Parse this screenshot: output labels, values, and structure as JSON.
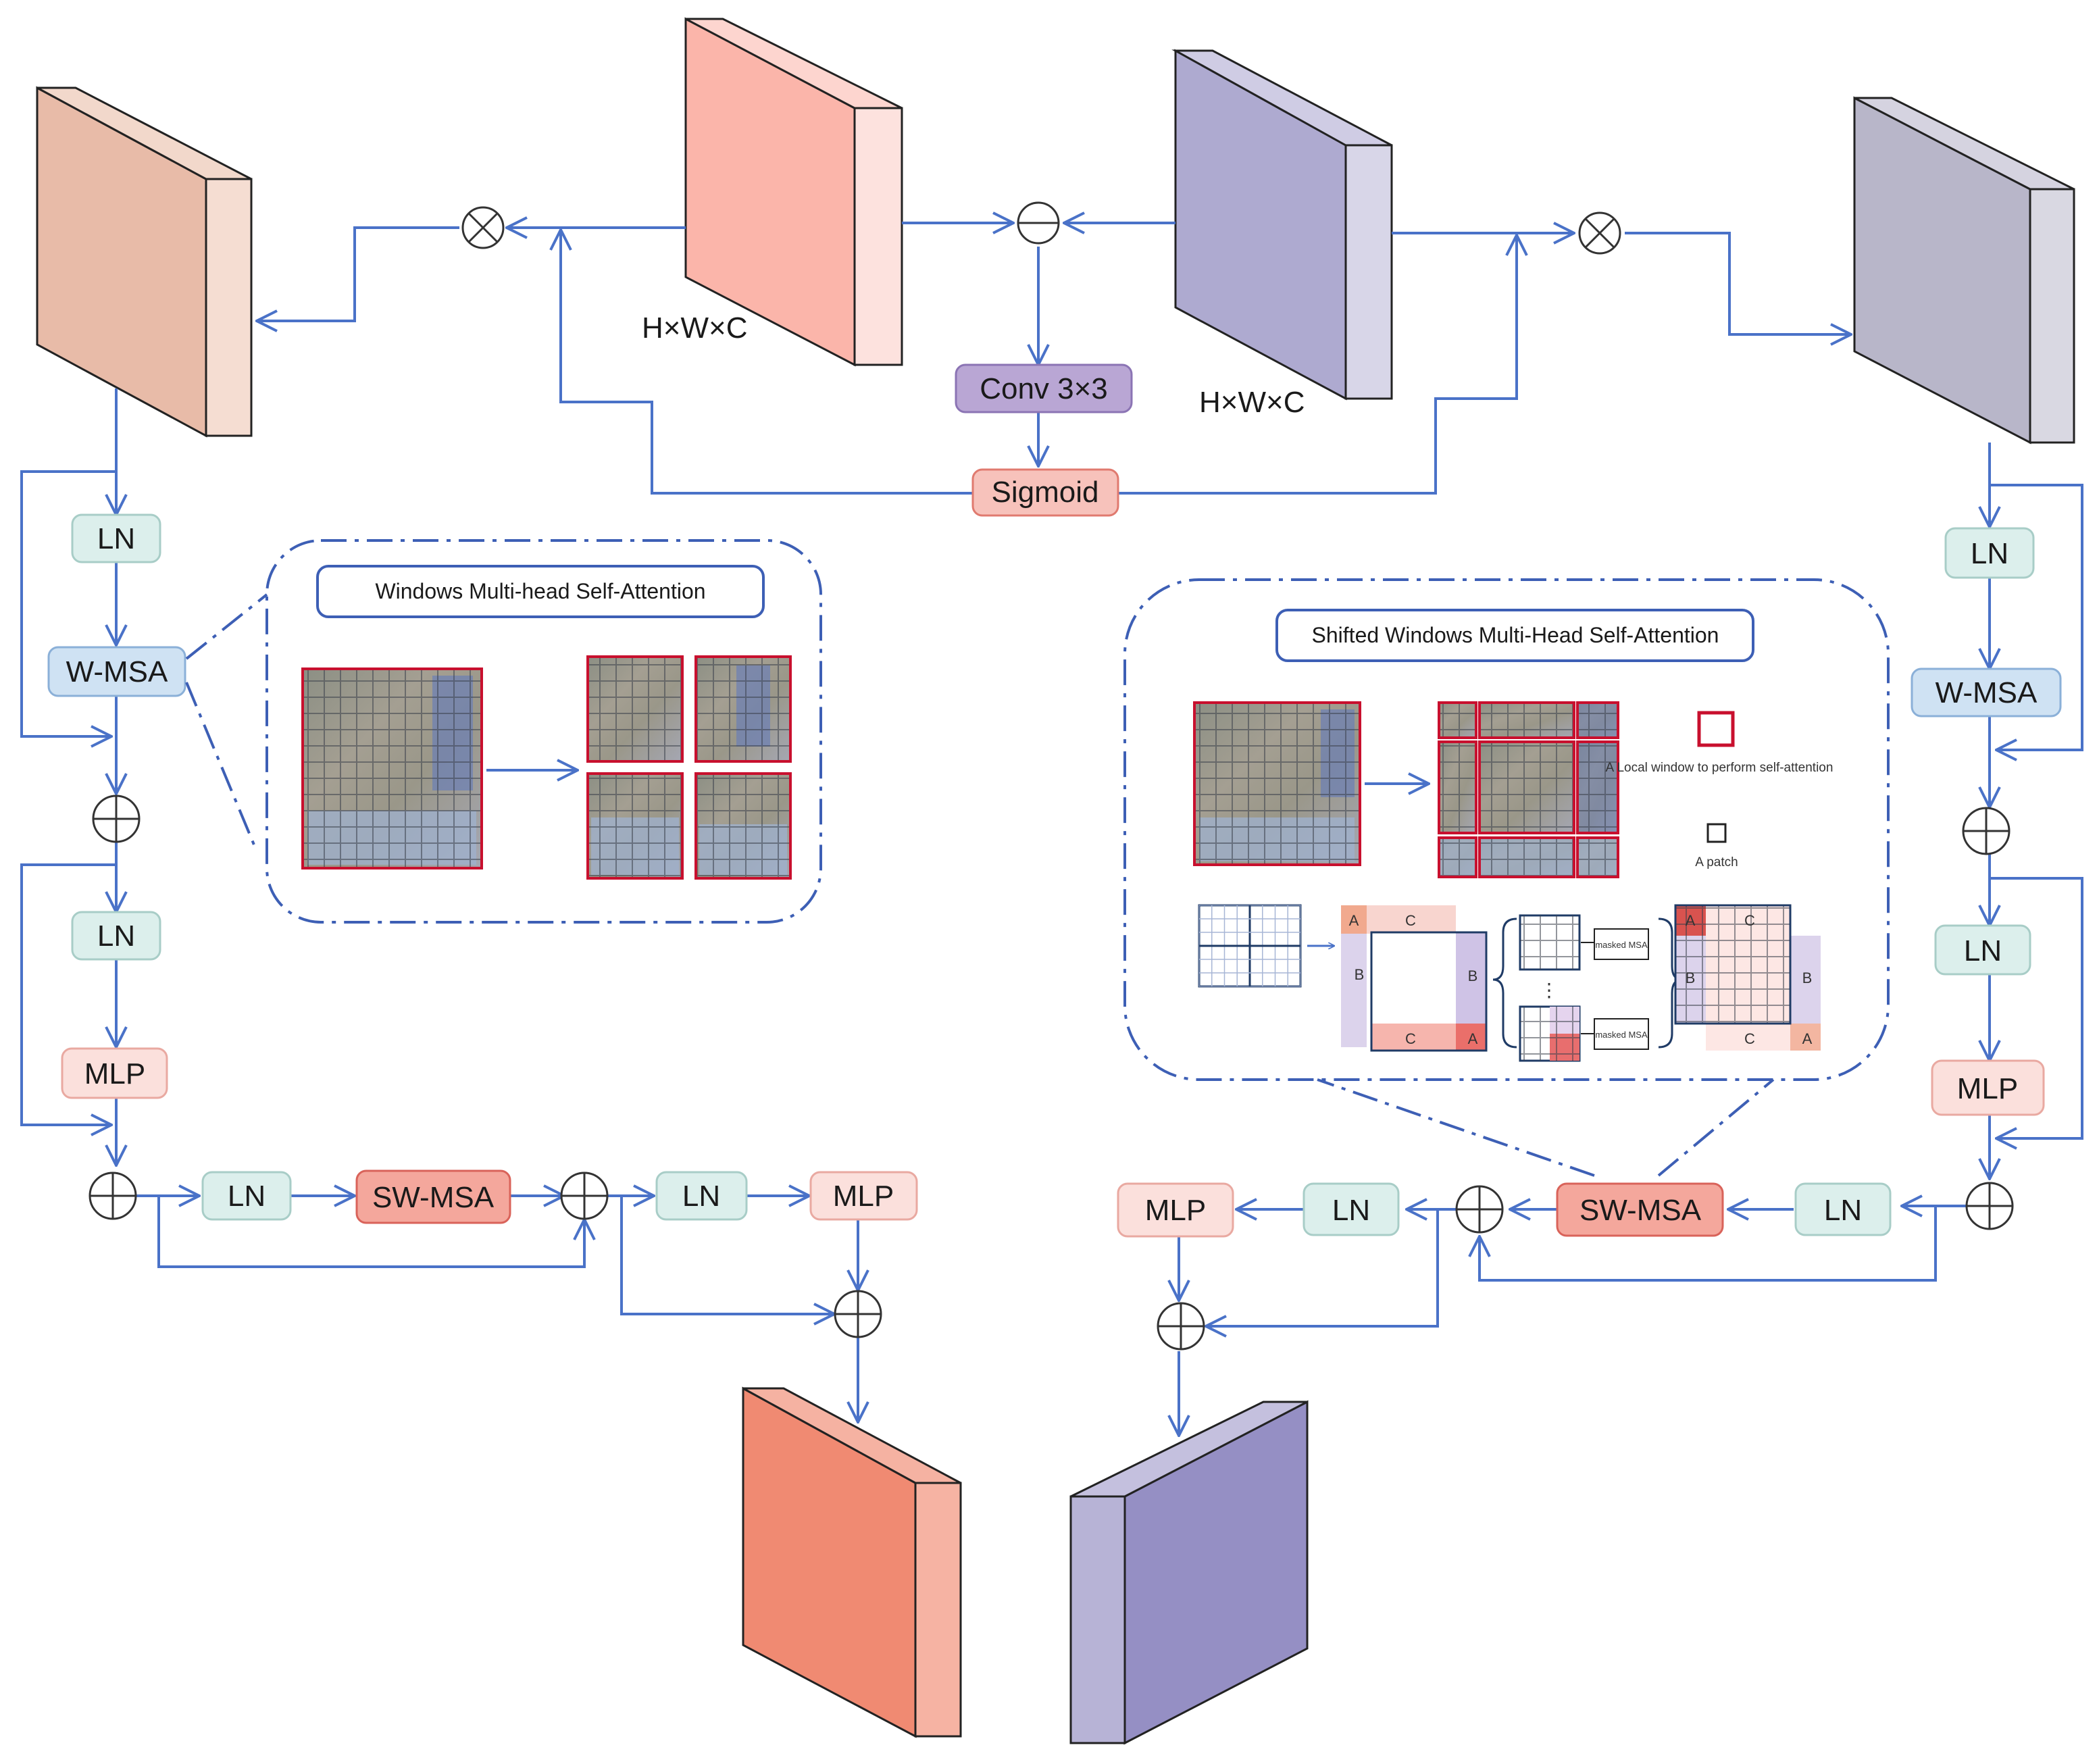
{
  "colors": {
    "arrow": "#4a72c8",
    "ln_fill": "#dcefec",
    "ln_stroke": "#a8cdc7",
    "wmsa_fill": "#cfe2f3",
    "wmsa_stroke": "#8bb0d8",
    "mlp_fill": "#fbe0dc",
    "mlp_stroke": "#e9a9a1",
    "swmsa_fill": "#f4a79c",
    "swmsa_stroke": "#d9635a",
    "conv_fill": "#b9a6d4",
    "conv_stroke": "#8b74b4",
    "sigmoid_fill": "#f7c2bb",
    "sigmoid_stroke": "#e07a6f",
    "callout_border": "#3d5fb5",
    "tensor_left_in": "#e8bba8",
    "tensor_center_red": "#fbb5aa",
    "tensor_center_purple": "#aeaad0",
    "tensor_right_in": "#b8b6c9",
    "tensor_out_red": "#f08a72",
    "tensor_out_purple": "#958fc4",
    "window_red": "#c8102e"
  },
  "labels": {
    "dim_left": "H×W×C",
    "dim_right": "H×W×C",
    "conv": "Conv 3×3",
    "sigmoid": "Sigmoid",
    "ln": "LN",
    "wmsa": "W-MSA",
    "swmsa": "SW-MSA",
    "mlp": "MLP"
  },
  "callout_left": {
    "title": "Windows Multi-head Self-Attention"
  },
  "callout_right": {
    "title": "Shifted Windows Multi-Head Self-Attention",
    "legend_window": "A Local window to perform self-attention",
    "legend_patch": "A patch",
    "masked_msa": "masked MSA",
    "letter_a": "A",
    "letter_b": "B",
    "letter_c": "C",
    "dots": "⋮"
  }
}
